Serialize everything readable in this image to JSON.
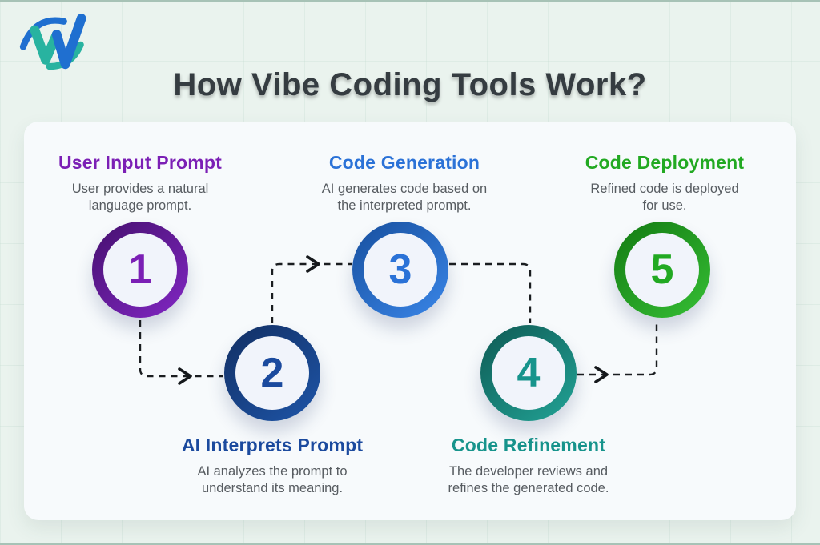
{
  "header": {
    "title": "How Vibe Coding Tools Work?",
    "brand": "W logo"
  },
  "steps": [
    {
      "number": "1",
      "title": "User Input Prompt",
      "desc_line1": "User provides a natural",
      "desc_line2": "language prompt.",
      "accent": "#7b1fb5",
      "ring_from": "#45106e",
      "ring_to": "#8227c4"
    },
    {
      "number": "2",
      "title": "AI Interprets Prompt",
      "desc_line1": "AI analyzes the prompt to",
      "desc_line2": "understand its meaning.",
      "accent": "#1b4a9e",
      "ring_from": "#122f63",
      "ring_to": "#1e55a8"
    },
    {
      "number": "3",
      "title": "Code Generation",
      "desc_line1": "AI generates code based on",
      "desc_line2": "the interpreted prompt.",
      "accent": "#2b72d7",
      "ring_from": "#174f9e",
      "ring_to": "#3a86e8"
    },
    {
      "number": "4",
      "title": "Code Refinement",
      "desc_line1": "The developer reviews and",
      "desc_line2": "refines the generated code.",
      "accent": "#17948c",
      "ring_from": "#0e5a54",
      "ring_to": "#22a396"
    },
    {
      "number": "5",
      "title": "Code Deployment",
      "desc_line1": "Refined code is deployed",
      "desc_line2": "for use.",
      "accent": "#22a922",
      "ring_from": "#137a12",
      "ring_to": "#36bf35"
    }
  ],
  "logo_colors": {
    "blue": "#1f6fd0",
    "teal": "#28b3a0"
  }
}
